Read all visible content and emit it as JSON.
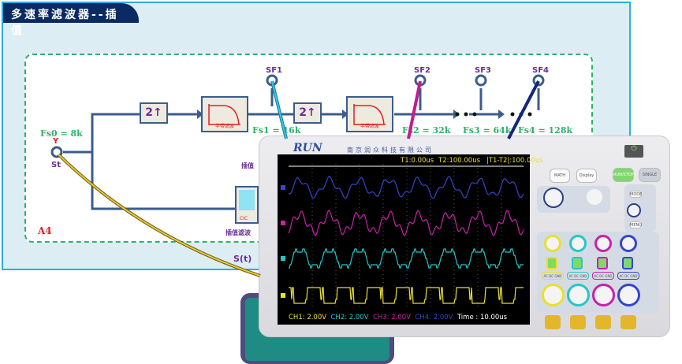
{
  "diagram": {
    "title": "多速率滤波器--插值",
    "fs0": "Fs0 = 8k",
    "fs1": "Fs1 = 16k",
    "fs2": "Fs2 = 32k",
    "fs3": "Fs3 = 64k",
    "fs4": "Fs4 = 128k",
    "upsample": "2↑",
    "filter_label": "半带滤波",
    "st_label": "St",
    "y_label": "Y",
    "sf1": "SF1",
    "sf2": "SF2",
    "sf3": "SF3",
    "sf4": "SF4",
    "interp_label": "插值",
    "cic_label": "CIC",
    "interp_filter": "插值滤波",
    "region": "A4",
    "output": "S(t)"
  },
  "scope": {
    "brand": "RUN",
    "company": "南京润众科技有限公司",
    "t1": "T1:0.00us",
    "t2": "T2:100.00us",
    "dt": "|T1-T2|:100.00us",
    "channels": [
      {
        "label": "CH1:",
        "value": "2.00V",
        "color": "#e8e030"
      },
      {
        "label": "CH2:",
        "value": "2.00V",
        "color": "#27c6c6"
      },
      {
        "label": "CH3:",
        "value": "2.00V",
        "color": "#c822a8"
      },
      {
        "label": "CH4:",
        "value": "2.00V",
        "color": "#3546c8"
      }
    ],
    "time": "Time : 10.00us",
    "buttons": {
      "math": "MATH",
      "display": "Display",
      "run": "RUN/STOP",
      "single": "SINGLE",
      "mode": "MODE",
      "menu": "MENU"
    },
    "coupling": [
      "AC",
      "DC",
      "GND"
    ]
  }
}
